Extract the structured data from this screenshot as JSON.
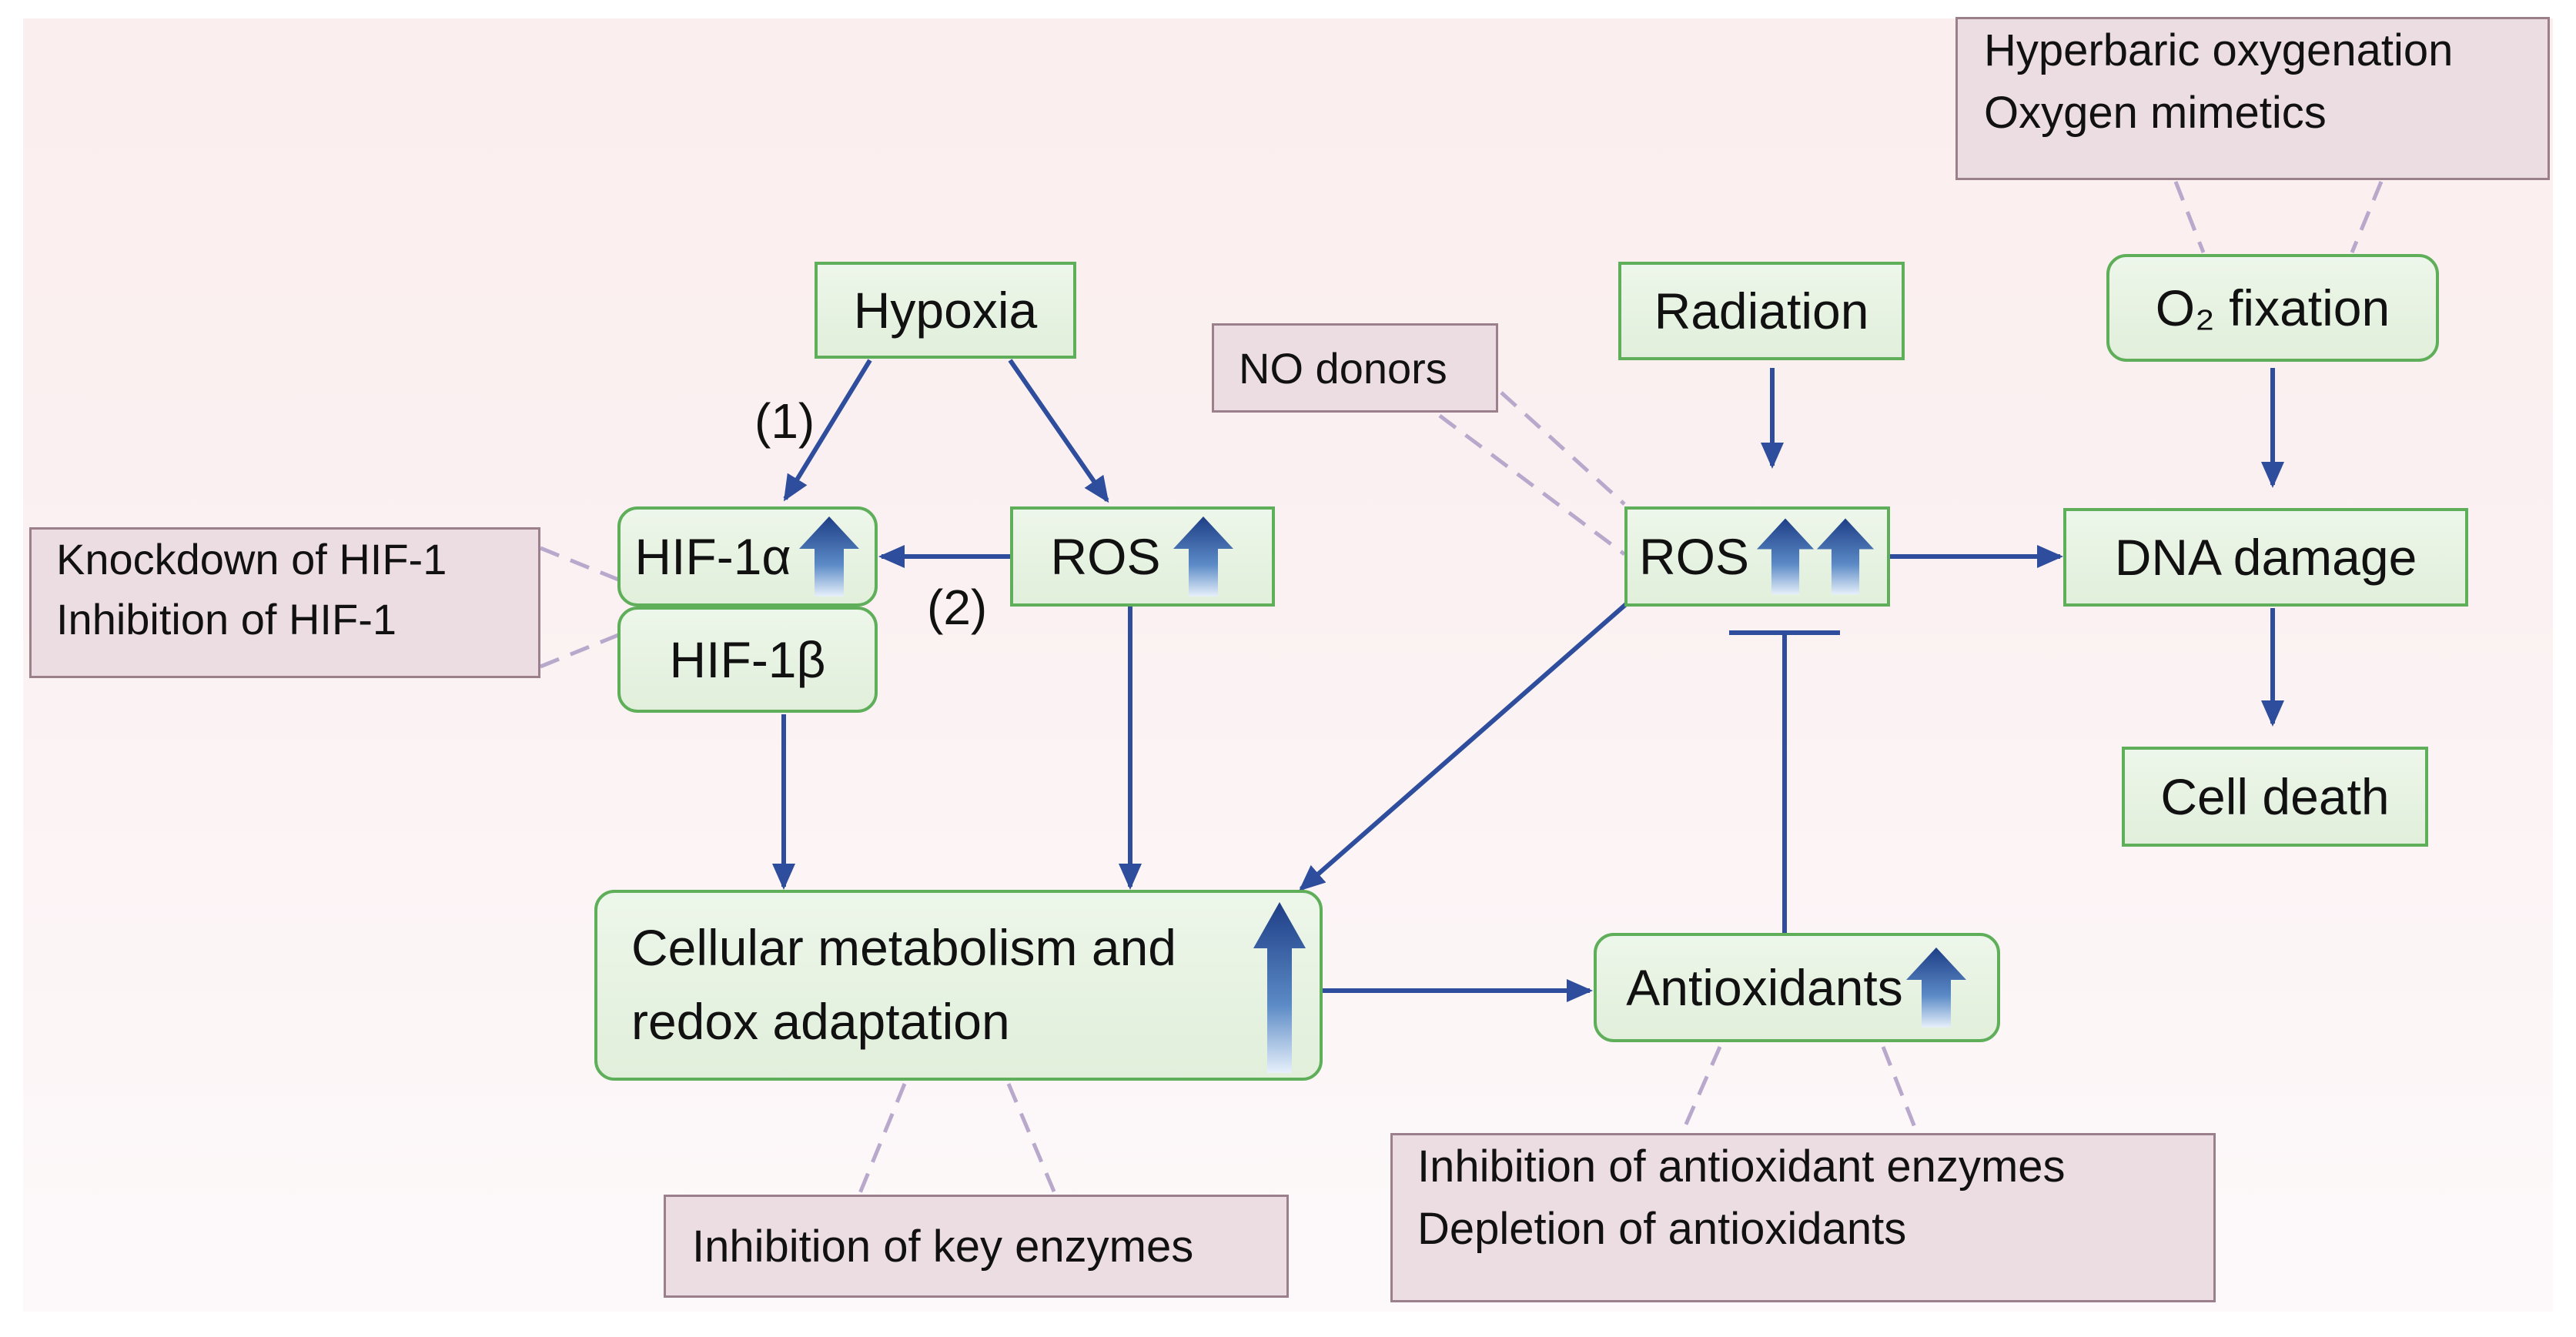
{
  "nodes": {
    "hypoxia": "Hypoxia",
    "hif1a": "HIF-1α",
    "hif1b": "HIF-1β",
    "ros_left": "ROS",
    "radiation": "Radiation",
    "ros_right": "ROS",
    "o2_fixation": "O₂ fixation",
    "dna_damage": "DNA damage",
    "cell_death": "Cell death",
    "metabolism_line1": "Cellular metabolism and",
    "metabolism_line2": "redox adaptation",
    "antioxidants": "Antioxidants"
  },
  "interventions": {
    "hif_line1": "Knockdown of HIF-1",
    "hif_line2": "Inhibition of HIF-1",
    "no_donors": "NO donors",
    "hbo_line1": "Hyperbaric oxygenation",
    "hbo_line2": "Oxygen mimetics",
    "key_enzymes": "Inhibition of key enzymes",
    "antiox_line1": "Inhibition of antioxidant enzymes",
    "antiox_line2": "Depletion of antioxidants"
  },
  "labels": {
    "path1": "(1)",
    "path2": "(2)"
  },
  "colors": {
    "arrow": "#2e4d9c",
    "node_border": "#5fae5a",
    "intervention_fill": "#ecdde3",
    "dashed": "#b8a8cc"
  }
}
